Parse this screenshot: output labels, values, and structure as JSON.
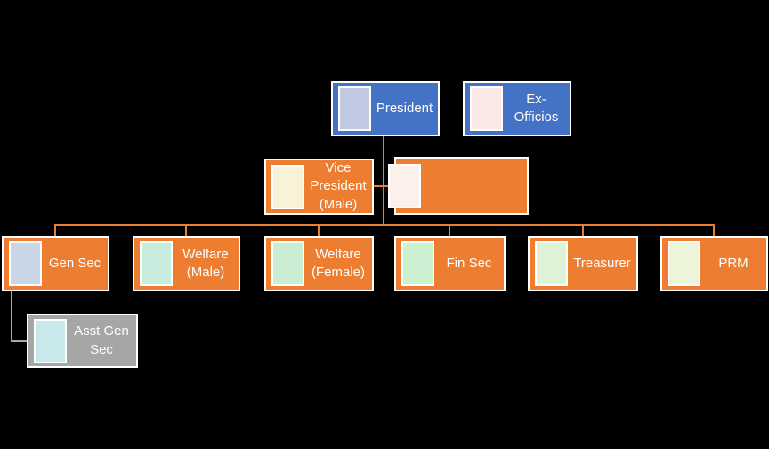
{
  "diagram": {
    "type": "org-chart",
    "background_color": "#000000",
    "text_color": "#FFFFFF",
    "border_color": "#FFFFFF"
  },
  "colors": {
    "blue_box": "#4472C4",
    "orange_box": "#ED7D31",
    "gray_box": "#A6A6A6",
    "orange_connector": "#E87E31",
    "gray_connector": "#A6A6A6"
  },
  "nodes": {
    "president": {
      "label": "President",
      "placeholder_color": "#BFC9E2",
      "level": 1
    },
    "ex_officios": {
      "label": "Ex-Officios",
      "placeholder_color": "#FBE9E5",
      "level": 1
    },
    "vice_president": {
      "label": "Vice\nPresident\n(Male)",
      "placeholder_color": "#F9F2D6",
      "level": 2
    },
    "unnamed": {
      "label": "",
      "placeholder_color": "#FCF1EA",
      "level": 2
    },
    "gen_sec": {
      "label": "Gen Sec",
      "placeholder_color": "#C8D6E6",
      "level": 3
    },
    "welfare_male": {
      "label": "Welfare\n(Male)",
      "placeholder_color": "#C8ECDE",
      "level": 3
    },
    "welfare_female": {
      "label": "Welfare\n(Female)",
      "placeholder_color": "#CBEDD4",
      "level": 3
    },
    "fin_sec": {
      "label": "Fin Sec",
      "placeholder_color": "#CDF0D2",
      "level": 3
    },
    "treasurer": {
      "label": "Treasurer",
      "placeholder_color": "#DEF2D5",
      "level": 3
    },
    "prm": {
      "label": "PRM",
      "placeholder_color": "#ECF5D9",
      "level": 3
    },
    "asst_gen_sec": {
      "label": "Asst Gen\nSec",
      "placeholder_color": "#C9E8EB",
      "level": 4
    }
  }
}
